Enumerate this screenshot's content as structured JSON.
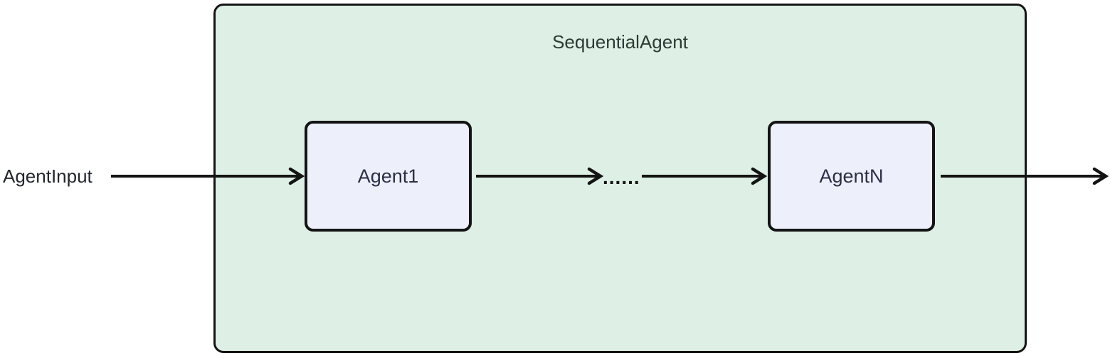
{
  "diagram": {
    "title": "SequentialAgent",
    "input_label": "AgentInput",
    "nodes": [
      {
        "id": "agent1",
        "label": "Agent1"
      },
      {
        "id": "agentn",
        "label": "AgentN"
      }
    ],
    "edge_dots": "......",
    "edges": [
      {
        "from": "AgentInput",
        "to": "Agent1"
      },
      {
        "from": "Agent1",
        "to": "......"
      },
      {
        "from": "......",
        "to": "AgentN"
      },
      {
        "from": "AgentN",
        "to": "output"
      }
    ],
    "colors": {
      "background": "#ffffff",
      "group_fill": "#def0e5",
      "group_border": "#141414",
      "node_fill": "#edf0fb",
      "node_border": "#141414",
      "arrow": "#141414",
      "title_text": "#2d3b35",
      "node_text": "#2a2f45",
      "input_label_text": "#22272e"
    }
  }
}
